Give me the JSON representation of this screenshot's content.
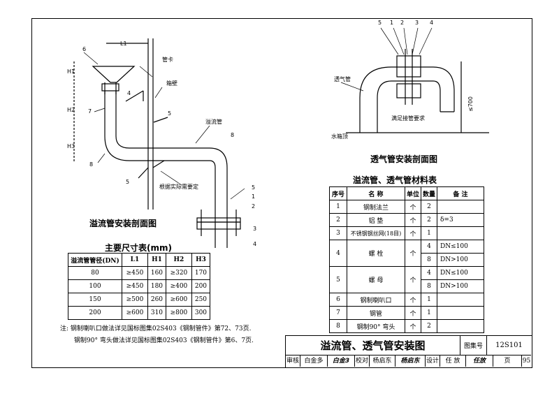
{
  "left_drawing": {
    "caption": "溢流管安装剖面图",
    "labels": {
      "l1": "L1",
      "h1": "H1",
      "h2": "H2",
      "h3": "H3",
      "pipe_clamp": "管卡",
      "tank_wall": "箱壁",
      "overflow_pipe": "溢流管",
      "as_needed": "根据实际需要定",
      "n6": "6",
      "n4a": "4",
      "n5a": "5",
      "n7": "7",
      "n8a": "8",
      "n8b": "8",
      "n5b": "5",
      "n5c": "5",
      "n1": "1",
      "n2": "2",
      "n3": "3",
      "n4b": "4"
    }
  },
  "dimension_table": {
    "title": "主要尺寸表(mm)",
    "headers": [
      "溢流管管径(DN)",
      "L1",
      "H1",
      "H2",
      "H3"
    ],
    "rows": [
      [
        "80",
        "≥450",
        "160",
        "≥320",
        "170"
      ],
      [
        "100",
        "≥450",
        "180",
        "≥400",
        "200"
      ],
      [
        "150",
        "≥500",
        "260",
        "≥600",
        "250"
      ],
      [
        "200",
        "≥600",
        "310",
        "≥800",
        "300"
      ]
    ]
  },
  "notes": {
    "line1": "注: 钢制喇叭口做法详见国标图集02S403《钢制管件》第72、73页.",
    "line2": "钢制90° 弯头做法详见国标图集02S403《钢制管件》第6、7页."
  },
  "right_drawing": {
    "caption": "透气管安装剖面图",
    "labels": {
      "n5": "5",
      "n1": "1",
      "n2": "2",
      "n3": "3",
      "n4": "4",
      "vent_pipe": "透气管",
      "meet_connection": "满足接管要求",
      "tank_top": "水箱顶",
      "height": "≤700"
    }
  },
  "material_table": {
    "title": "溢流管、透气管材料表",
    "headers": [
      "序号",
      "名 称",
      "单位",
      "数量",
      "备 注"
    ],
    "rows": [
      {
        "no": "1",
        "name": "钢制法兰",
        "unit": "个",
        "qty": "2",
        "remark": ""
      },
      {
        "no": "2",
        "name": "铝 垫",
        "unit": "个",
        "qty": "2",
        "remark": "δ=3"
      },
      {
        "no": "3",
        "name": "不锈钢钢丝网(18目)",
        "unit": "个",
        "qty": "1",
        "remark": ""
      },
      {
        "no": "4",
        "name": "螺 栓",
        "unit": "个",
        "qty": "4",
        "remark": "DN≤100",
        "qty2": "8",
        "remark2": "DN>100"
      },
      {
        "no": "5",
        "name": "螺 母",
        "unit": "个",
        "qty": "4",
        "remark": "DN≤100",
        "qty2": "8",
        "remark2": "DN>100"
      },
      {
        "no": "6",
        "name": "钢制喇叭口",
        "unit": "个",
        "qty": "1",
        "remark": ""
      },
      {
        "no": "7",
        "name": "钢管",
        "unit": "个",
        "qty": "1",
        "remark": ""
      },
      {
        "no": "8",
        "name": "钢制90° 弯头",
        "unit": "个",
        "qty": "2",
        "remark": ""
      }
    ]
  },
  "title_block": {
    "title": "溢流管、透气管安装图",
    "atlas_label": "图集号",
    "atlas_no": "12S101",
    "review_label": "审核",
    "reviewer": "白金多",
    "review_sign": "白金3",
    "check_label": "校对",
    "checker": "杨启东",
    "check_sign": "杨启东",
    "design_label": "设计",
    "designer": "任 放",
    "design_sign": "任放",
    "page_label": "页",
    "page_no": "95"
  }
}
